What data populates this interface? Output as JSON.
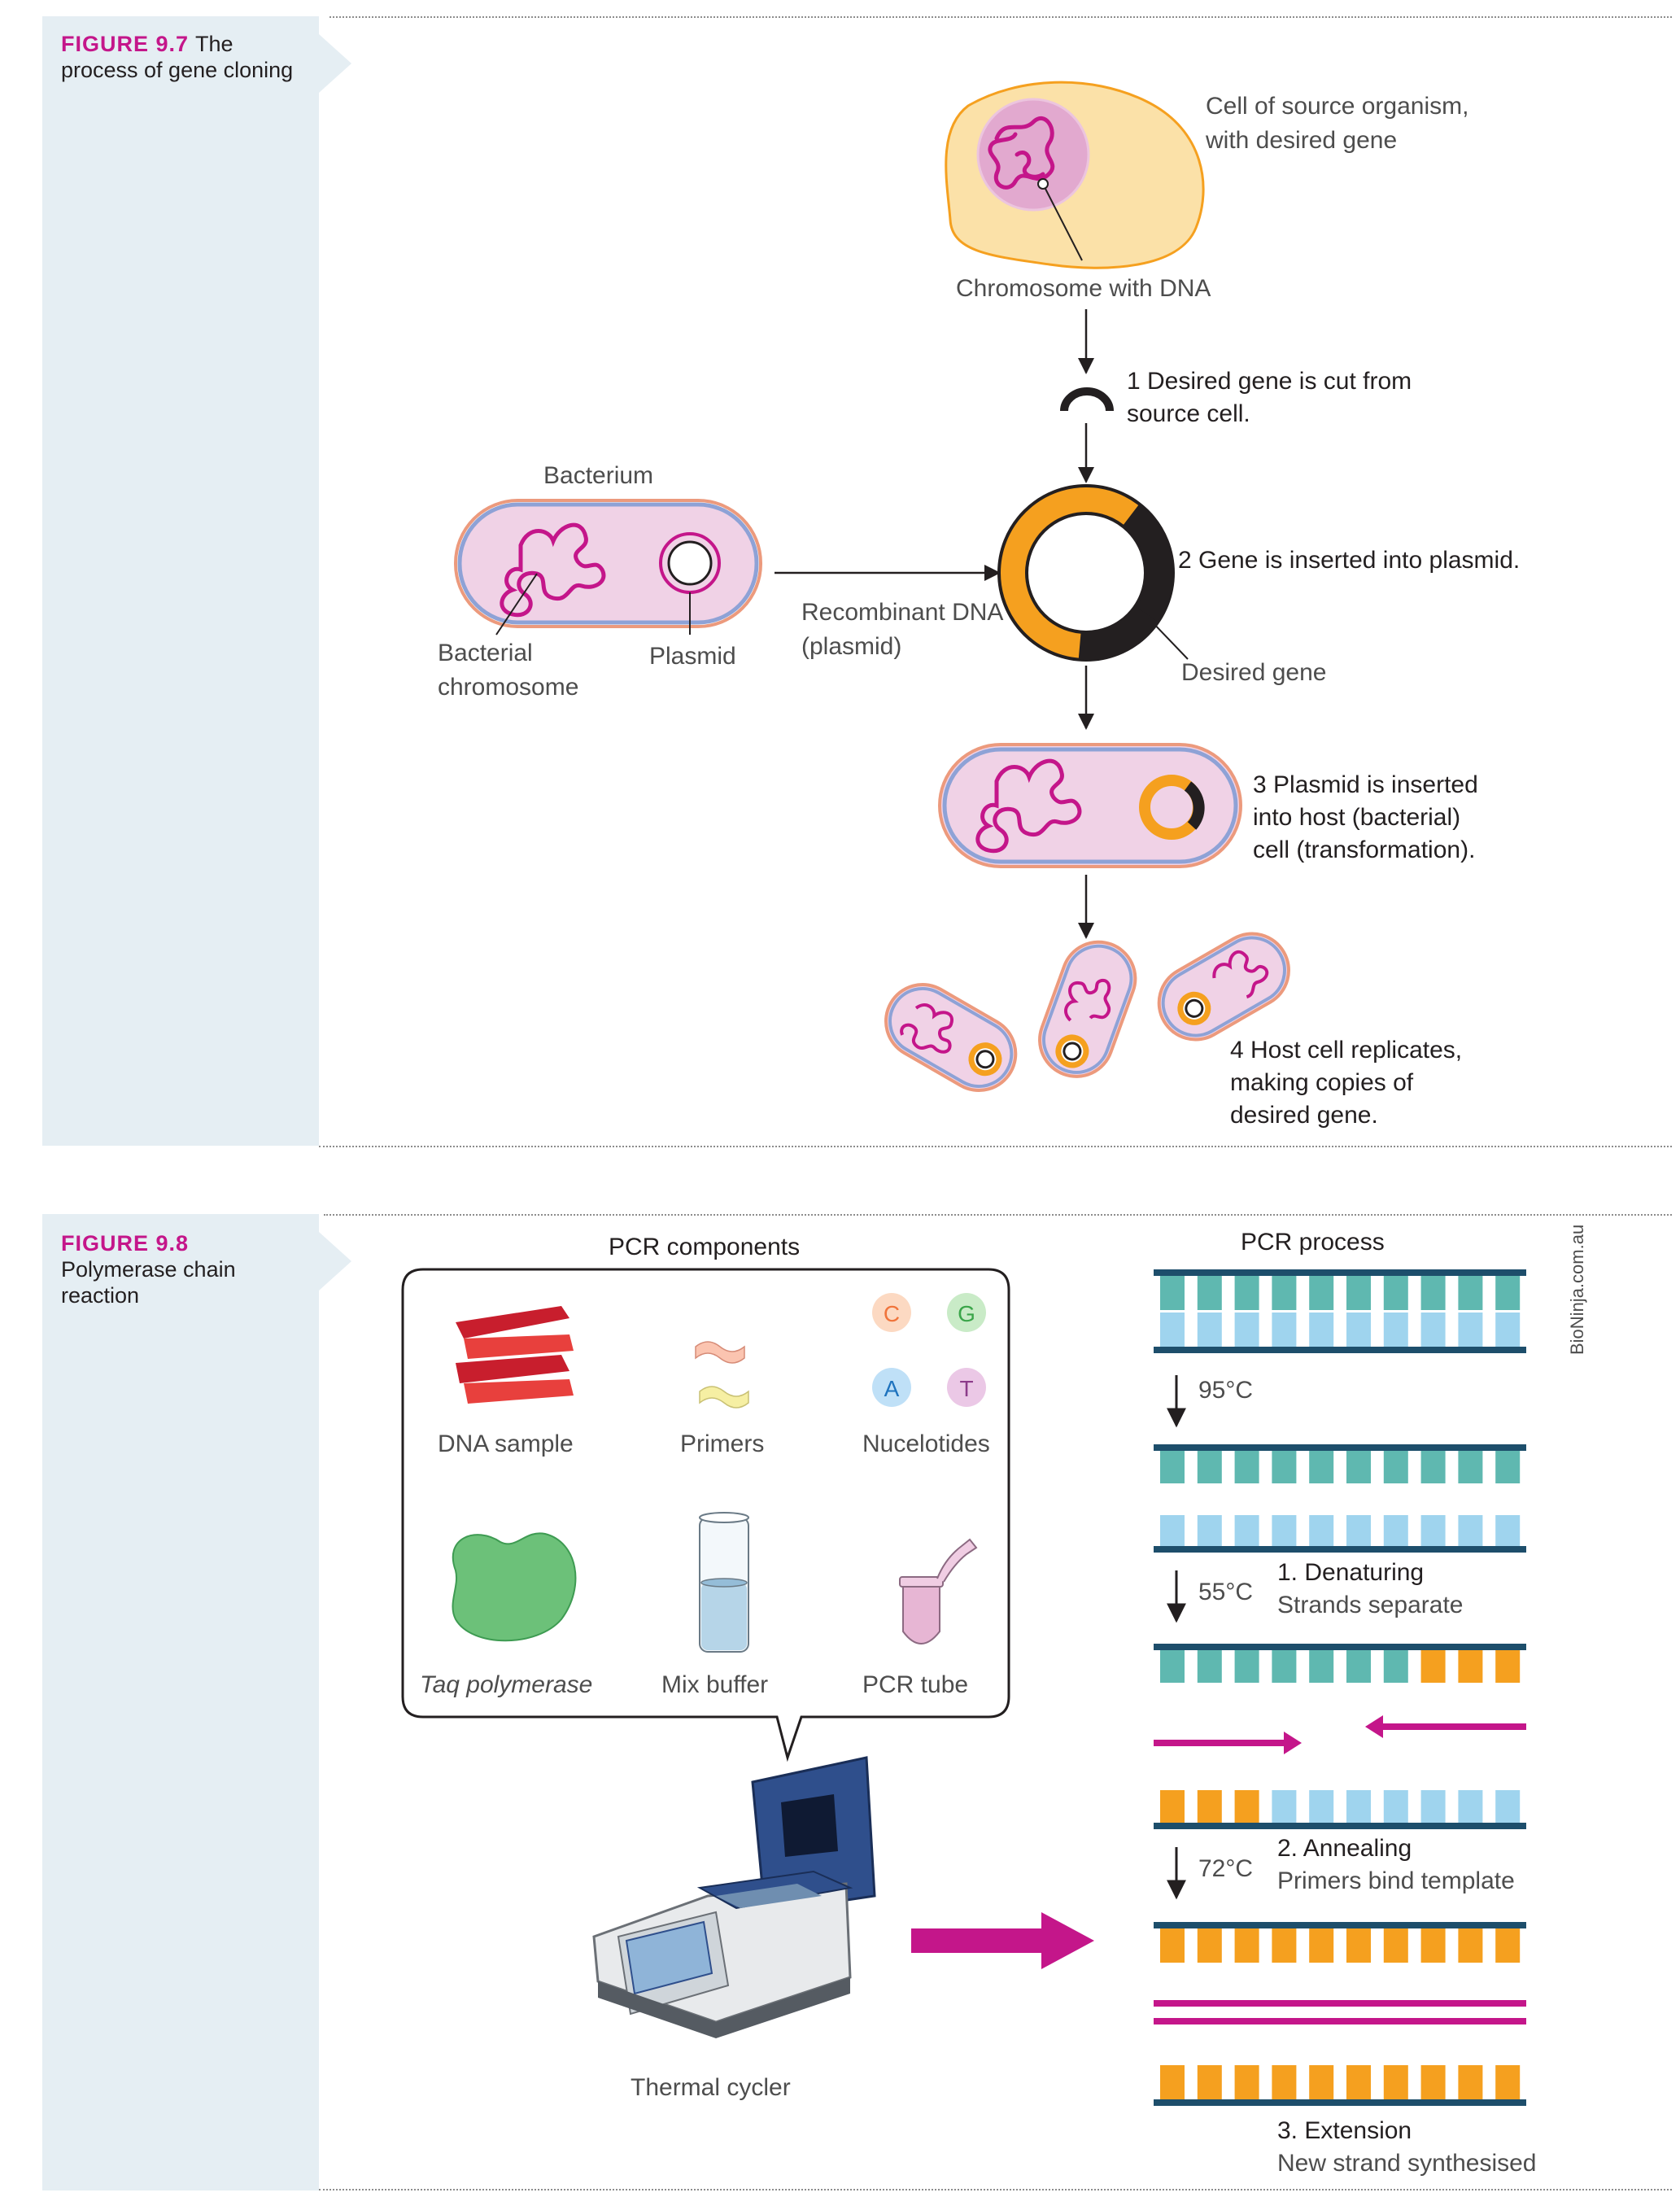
{
  "fig97": {
    "number": "FIGURE 9.7",
    "title": "The process of gene cloning",
    "labels": {
      "cell_line1": "Cell of source organism,",
      "cell_line2": "with desired gene",
      "chromosome": "Chromosome with DNA",
      "step1_line1": "1 Desired gene is cut from",
      "step1_line2": "source cell.",
      "bacterium": "Bacterium",
      "bacterial_chromosome_line1": "Bacterial",
      "bacterial_chromosome_line2": "chromosome",
      "plasmid": "Plasmid",
      "recombinant_line1": "Recombinant DNA",
      "recombinant_line2": "(plasmid)",
      "step2": "2 Gene is inserted into plasmid.",
      "desired_gene": "Desired gene",
      "step3_line1": "3 Plasmid is inserted",
      "step3_line2": "into host (bacterial)",
      "step3_line3": "cell (transformation).",
      "step4_line1": "4 Host cell replicates,",
      "step4_line2": "making copies of",
      "step4_line3": "desired gene."
    }
  },
  "fig98": {
    "number": "FIGURE 9.8",
    "title": "Polymerase chain reaction",
    "components_title": "PCR components",
    "process_title": "PCR process",
    "components": {
      "dna_sample": "DNA sample",
      "primers": "Primers",
      "nucleotides": "Nucelotides",
      "taq": "Taq polymerase",
      "buffer": "Mix buffer",
      "tube": "PCR tube",
      "nucleotide_letters": [
        "C",
        "G",
        "A",
        "T"
      ]
    },
    "thermal_cycler": "Thermal cycler",
    "temps": [
      "95°C",
      "55°C",
      "72°C"
    ],
    "stages": [
      {
        "title": "1. Denaturing",
        "desc": "Strands separate"
      },
      {
        "title": "2. Annealing",
        "desc": "Primers bind template"
      },
      {
        "title": "3. Extension",
        "desc": "New strand synthesised"
      }
    ],
    "credit": "BioNinja.com.au"
  },
  "colors": {
    "magenta": "#c4168a",
    "teal": "#5fb8b0",
    "light_blue": "#9fd4ee",
    "orange": "#f5a01f",
    "navy": "#1d4e6b",
    "cell_pink": "#f0d2e6",
    "cell_yellow": "#fbe1a8"
  }
}
